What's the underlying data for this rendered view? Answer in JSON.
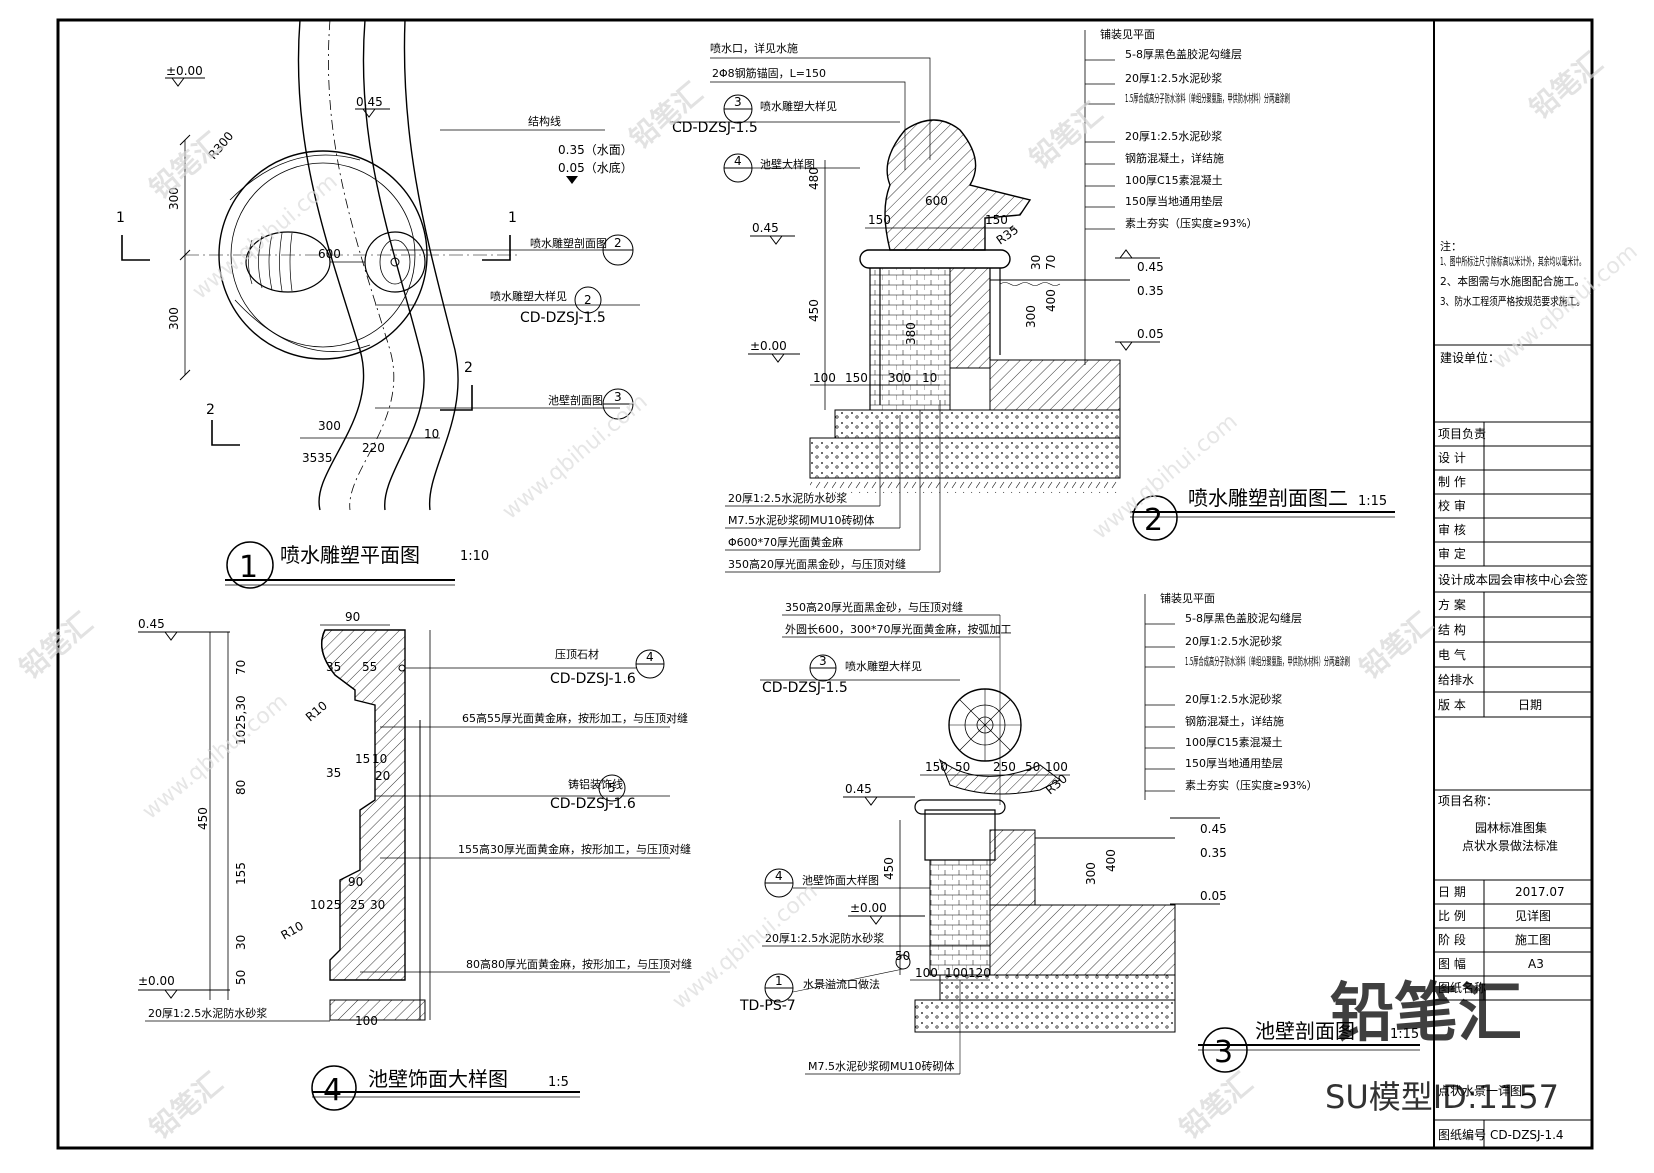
{
  "drawing1": {
    "num": "1",
    "title": "喷水雕塑平面图",
    "scale": "1:10",
    "level_top": "±0.00",
    "level_045": "0.45",
    "level_water": "0.35（水面）",
    "level_bottom": "0.05（水底）",
    "radius": "R300",
    "struct_line": "结构线",
    "dims": {
      "d300a": "300",
      "d300b": "300",
      "d600": "600",
      "d300c": "300",
      "d220": "220",
      "d10": "10",
      "d3535": "3535"
    },
    "section1": "1",
    "section2": "2",
    "callouts": [
      {
        "text": "喷水雕塑剖面图",
        "num": "2"
      },
      {
        "text": "喷水雕塑大样见",
        "num": "2",
        "ref": "CD-DZSJ-1.5"
      },
      {
        "text": "池壁剖面图",
        "num": "3"
      }
    ]
  },
  "drawing2": {
    "num": "2",
    "title": "喷水雕塑剖面图二",
    "scale": "1:15",
    "top_notes": [
      "喷水口，详见水施",
      "2Φ8钢筋锚固，L=150"
    ],
    "callout3": {
      "num": "3",
      "text": "喷水雕塑大样见",
      "ref": "CD-DZSJ-1.5"
    },
    "callout4": {
      "num": "4",
      "text": "池壁大样图"
    },
    "layers": [
      "铺装见平面",
      "5-8厚黑色盖胶泥勾缝层",
      "20厚1:2.5水泥砂浆",
      "1.5厚合成高分子防水涂料（单组分聚氨酯，甲供防水材料）分两遍涂刷",
      "20厚1:2.5水泥砂浆",
      "钢筋混凝土，详结施",
      "100厚C15素混凝土",
      "150厚当地通用垫层",
      "素土夯实（压实度≥93%）"
    ],
    "bottom_notes": [
      "20厚1:2.5水泥防水砂浆",
      "M7.5水泥砂浆砌MU10砖砌体",
      "Φ600*70厚光面黄金麻",
      "350高20厚光面黑金砂，与压顶对缝"
    ],
    "levels": [
      "0.45",
      "±0.00",
      "0.45",
      "0.35",
      "0.05"
    ],
    "dims": [
      "480",
      "150",
      "600",
      "150",
      "R35",
      "450",
      "380",
      "300",
      "400",
      "70",
      "30",
      "100",
      "150",
      "300",
      "10"
    ]
  },
  "drawing3": {
    "num": "3",
    "title": "池壁剖面图",
    "scale": "1:15",
    "top_notes": [
      "350高20厚光面黑金砂，与压顶对缝",
      "外圆长600，300*70厚光面黄金麻，按弧加工"
    ],
    "callout3": {
      "num": "3",
      "text": "喷水雕塑大样见",
      "ref": "CD-DZSJ-1.5"
    },
    "callout4": {
      "num": "4",
      "text": "池壁饰面大样图"
    },
    "callout1": {
      "num": "1",
      "text": "水景溢流口做法",
      "ref": "TD-PS-7"
    },
    "layers": [
      "铺装见平面",
      "5-8厚黑色盖胶泥勾缝层",
      "20厚1:2.5水泥砂浆",
      "1.5厚合成高分子防水涂料（单组分聚氨酯，甲供防水材料）分两遍涂刷",
      "20厚1:2.5水泥砂浆",
      "钢筋混凝土，详结施",
      "100厚C15素混凝土",
      "150厚当地通用垫层",
      "素土夯实（压实度≥93%）"
    ],
    "bottom_notes": [
      "20厚1:2.5水泥防水砂浆",
      "M7.5水泥砂浆砌MU10砖砌体"
    ],
    "levels": [
      "0.45",
      "±0.00",
      "0.45",
      "0.35",
      "0.05"
    ],
    "dims": [
      "150",
      "50",
      "250",
      "50",
      "100",
      "R30",
      "450",
      "300",
      "400",
      "100",
      "100",
      "120",
      "50"
    ]
  },
  "drawing4": {
    "num": "4",
    "title": "池壁饰面大样图",
    "scale": "1:5",
    "levels": [
      "0.45",
      "±0.00"
    ],
    "dims_left": [
      "70",
      "1025,30",
      "80",
      "155",
      "30",
      "50",
      "450"
    ],
    "dims_top": [
      "90",
      "35",
      "55",
      "15",
      "10",
      "35",
      "20",
      "90",
      "10",
      "25",
      "25",
      "30",
      "100"
    ],
    "radii": [
      "R10",
      "R10"
    ],
    "notes": [
      {
        "text": "压顶石材",
        "num": "4",
        "ref": "CD-DZSJ-1.6"
      },
      {
        "text": "65高55厚光面黄金麻，按形加工，与压顶对缝"
      },
      {
        "text": "铸铝装饰线",
        "num": "5",
        "ref": "CD-DZSJ-1.6"
      },
      {
        "text": "155高30厚光面黄金麻，按形加工，与压顶对缝"
      },
      {
        "text": "80高80厚光面黄金麻，按形加工，与压顶对缝"
      },
      {
        "text": "20厚1:2.5水泥防水砂浆"
      }
    ]
  },
  "titleblock": {
    "notes": [
      "注：",
      "1、图中所标注尺寸除标高以米计外，其余均以毫米计。",
      "2、本图需与水施图配合施工。",
      "3、防水工程须严格按规范要求施工。"
    ],
    "unit_label": "建设单位：",
    "rows": [
      {
        "label": "项目负责",
        "value": ""
      },
      {
        "label": "设  计",
        "value": ""
      },
      {
        "label": "制  作",
        "value": ""
      },
      {
        "label": "校  审",
        "value": ""
      },
      {
        "label": "审  核",
        "value": ""
      },
      {
        "label": "审  定",
        "value": ""
      }
    ],
    "sign_header": "设计成本园会审核中心会签",
    "sign_rows": [
      "方  案",
      "结  构",
      "电  气",
      "给排水"
    ],
    "version_label": "版  本",
    "date_label": "日期",
    "project_label": "项目名称：",
    "project_name_1": "园林标准图集",
    "project_name_2": "点状水景做法标准",
    "info_rows": [
      {
        "label": "日  期",
        "value": "2017.07"
      },
      {
        "label": "比  例",
        "value": "见详图"
      },
      {
        "label": "阶  段",
        "value": "施工图"
      },
      {
        "label": "图  幅",
        "value": "A3"
      }
    ],
    "sheet_name_label": "图纸名称",
    "sheet_name": "点状水景一详图二",
    "sheet_no_label": "图纸编号",
    "sheet_no": "CD-DZSJ-1.4"
  },
  "watermark": {
    "brand": "铅笔汇",
    "url": "www.qbihui.com",
    "id": "SU模型ID:1157"
  }
}
